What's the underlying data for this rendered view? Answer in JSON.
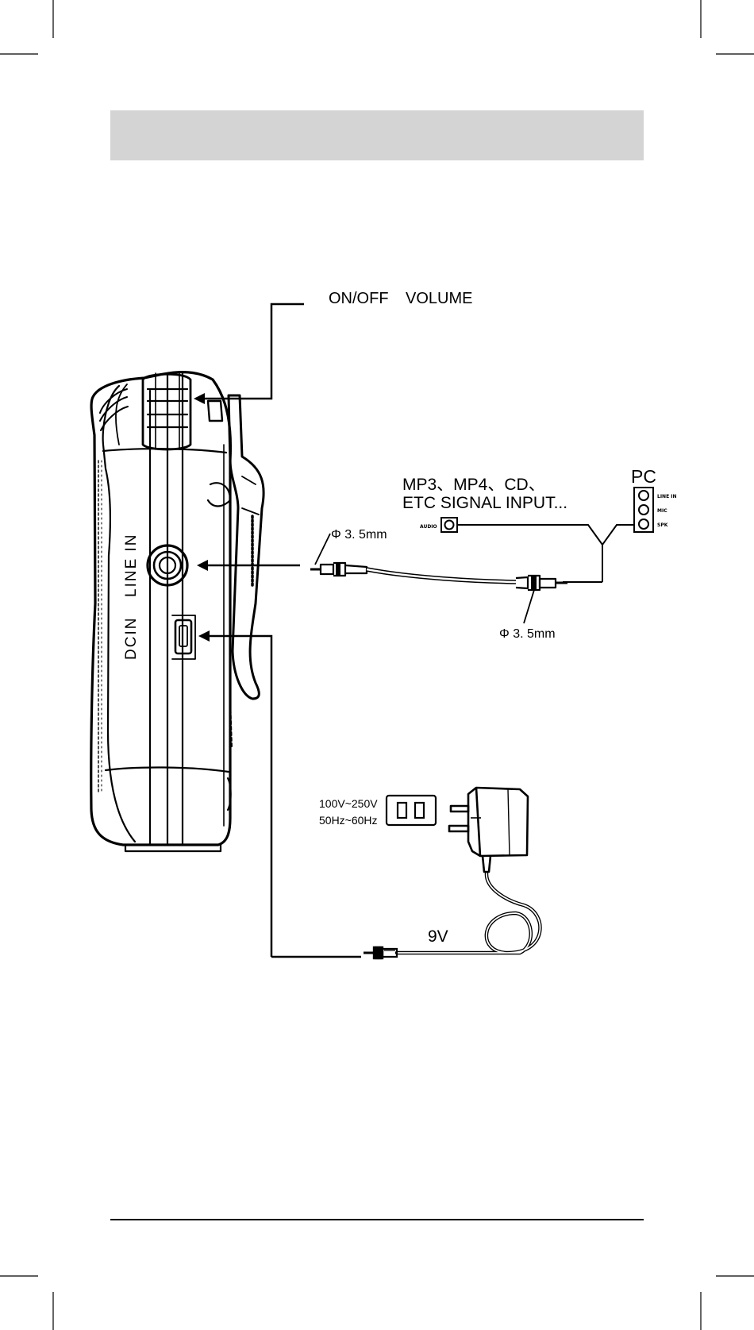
{
  "header": {
    "title": ""
  },
  "labels": {
    "on_off": "ON/OFF",
    "volume": "VOLUME",
    "line_in": "LINE IN",
    "dc_in": "DCIN",
    "source_line1": "MP3、MP4、CD、",
    "source_line2": "ETC SIGNAL INPUT...",
    "audio": "AUDIO",
    "pc": "PC",
    "pc_line_in": "LINE IN",
    "pc_mic": "MIC",
    "pc_spk": "SPK",
    "plug_left": "Φ 3. 5mm",
    "plug_right": "Φ 3. 5mm",
    "voltage": "100V~250V",
    "frequency": "50Hz~60Hz",
    "dc_voltage": "9V"
  },
  "colors": {
    "header_band": "#d4d4d4",
    "ink": "#000000",
    "background": "#ffffff"
  }
}
